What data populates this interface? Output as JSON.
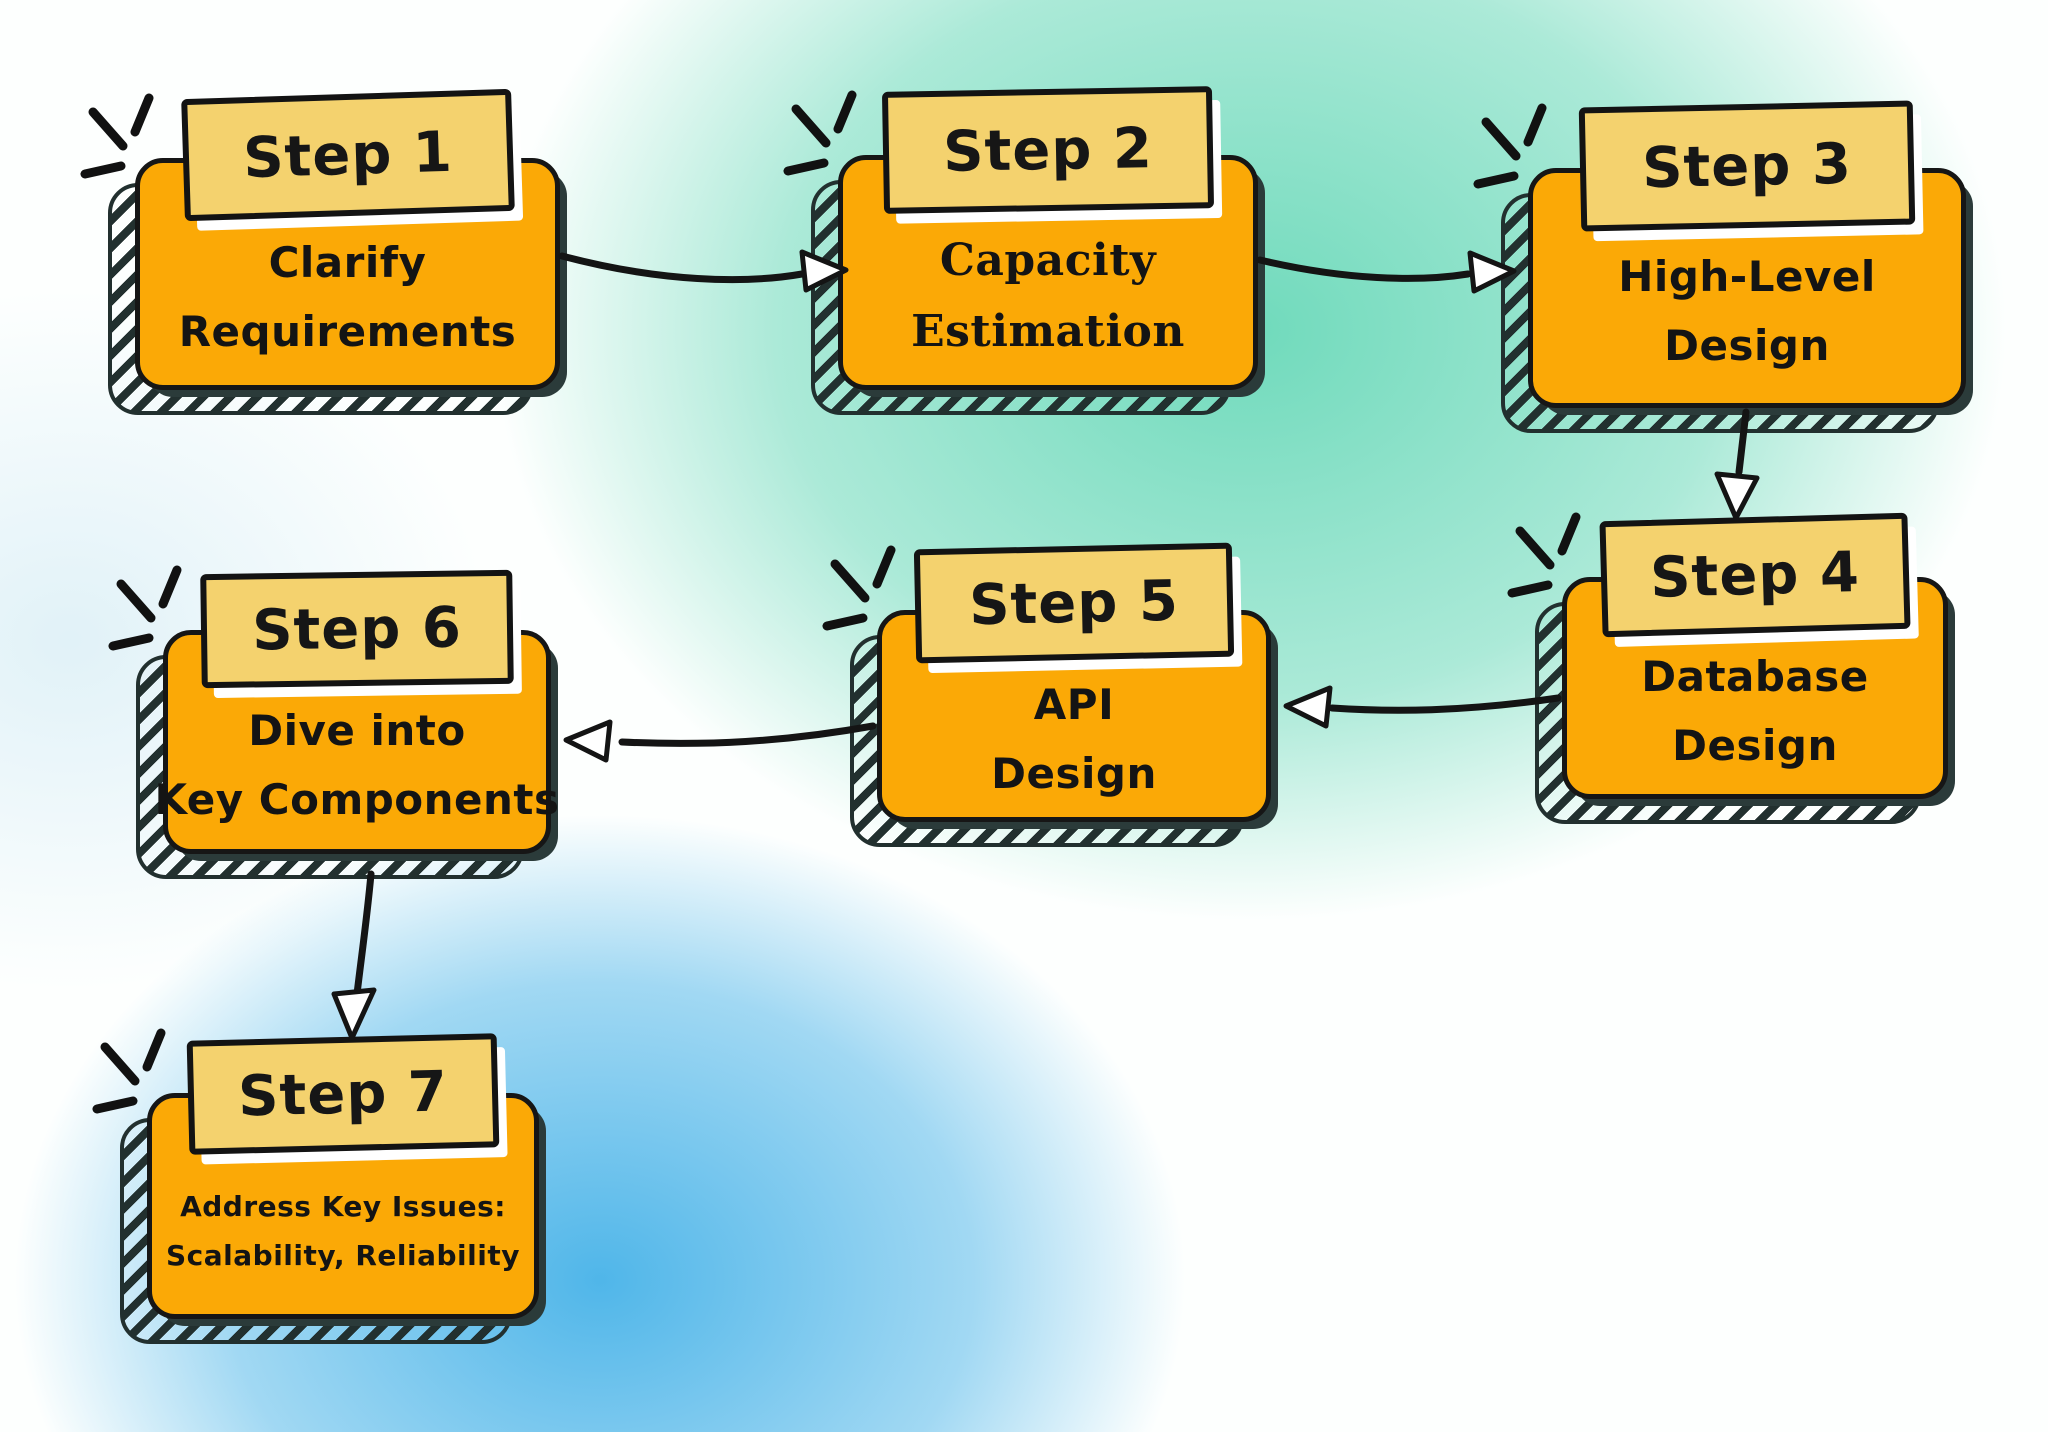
{
  "diagram": {
    "steps": [
      {
        "label": "Step 1",
        "lines": [
          "Clarify",
          "Requirements"
        ]
      },
      {
        "label": "Step 2",
        "lines": [
          "Capacity",
          "Estimation"
        ]
      },
      {
        "label": "Step 3",
        "lines": [
          "High-Level",
          "Design"
        ]
      },
      {
        "label": "Step 4",
        "lines": [
          "Database",
          "Design"
        ]
      },
      {
        "label": "Step 5",
        "lines": [
          "API",
          "Design"
        ]
      },
      {
        "label": "Step 6",
        "lines": [
          "Dive into",
          "Key Components"
        ]
      },
      {
        "label": "Step 7",
        "lines": [
          "Address Key Issues:",
          "Scalability, Reliability"
        ]
      }
    ],
    "connections": [
      {
        "from": "Step 1",
        "to": "Step 2"
      },
      {
        "from": "Step 2",
        "to": "Step 3"
      },
      {
        "from": "Step 3",
        "to": "Step 4"
      },
      {
        "from": "Step 4",
        "to": "Step 5"
      },
      {
        "from": "Step 5",
        "to": "Step 6"
      },
      {
        "from": "Step 6",
        "to": "Step 7"
      }
    ],
    "colors": {
      "box_fill": "#FBA906",
      "badge_fill": "#F4D26E",
      "outline": "#141414",
      "hatch_shadow": "#22302F",
      "arrow_head_fill": "#FFFFFF",
      "badge_backing": "#FFFFFF",
      "bg_teal": "#68D8B8",
      "bg_blue": "#46B2E8",
      "bg_base": "#FDFFFE"
    }
  }
}
